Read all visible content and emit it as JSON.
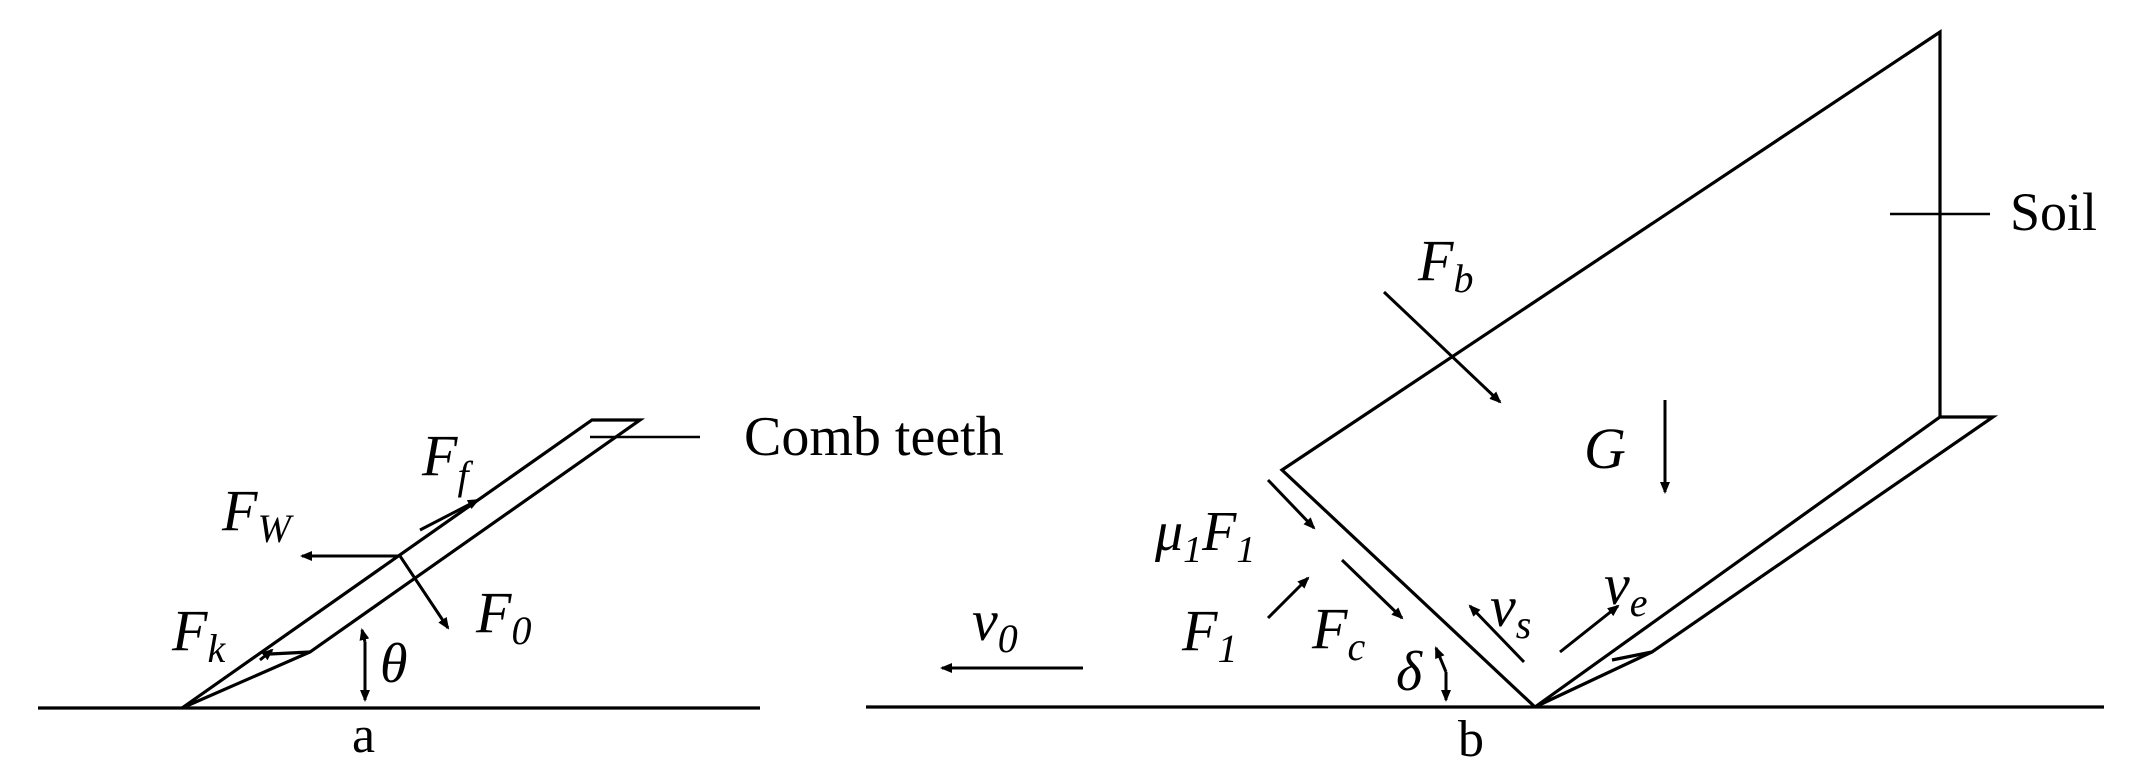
{
  "panel_a": {
    "caption": "a",
    "component_label": "Comb teeth",
    "force_labels": {
      "ff_main": "F",
      "ff_sub": "f",
      "fw_main": "F",
      "fw_sub": "W",
      "fk_main": "F",
      "fk_sub": "k",
      "f0_main": "F",
      "f0_sub": "0"
    },
    "angle_label": "θ"
  },
  "panel_b": {
    "caption": "b",
    "material_label": "Soil",
    "force_labels": {
      "fb_main": "F",
      "fb_sub": "b",
      "g": "G",
      "mu_main": "μ",
      "mu_sub": "1",
      "mu_f": "F",
      "mu_fsub": "1",
      "f1_main": "F",
      "f1_sub": "1",
      "fc_main": "F",
      "fc_sub": "c",
      "vs_main": "v",
      "vs_sub": "s",
      "ve_main": "v",
      "ve_sub": "e",
      "v0_main": "v",
      "v0_sub": "0"
    },
    "angle_label": "δ"
  },
  "colors": {
    "ink": "#000000",
    "background": "#ffffff"
  }
}
